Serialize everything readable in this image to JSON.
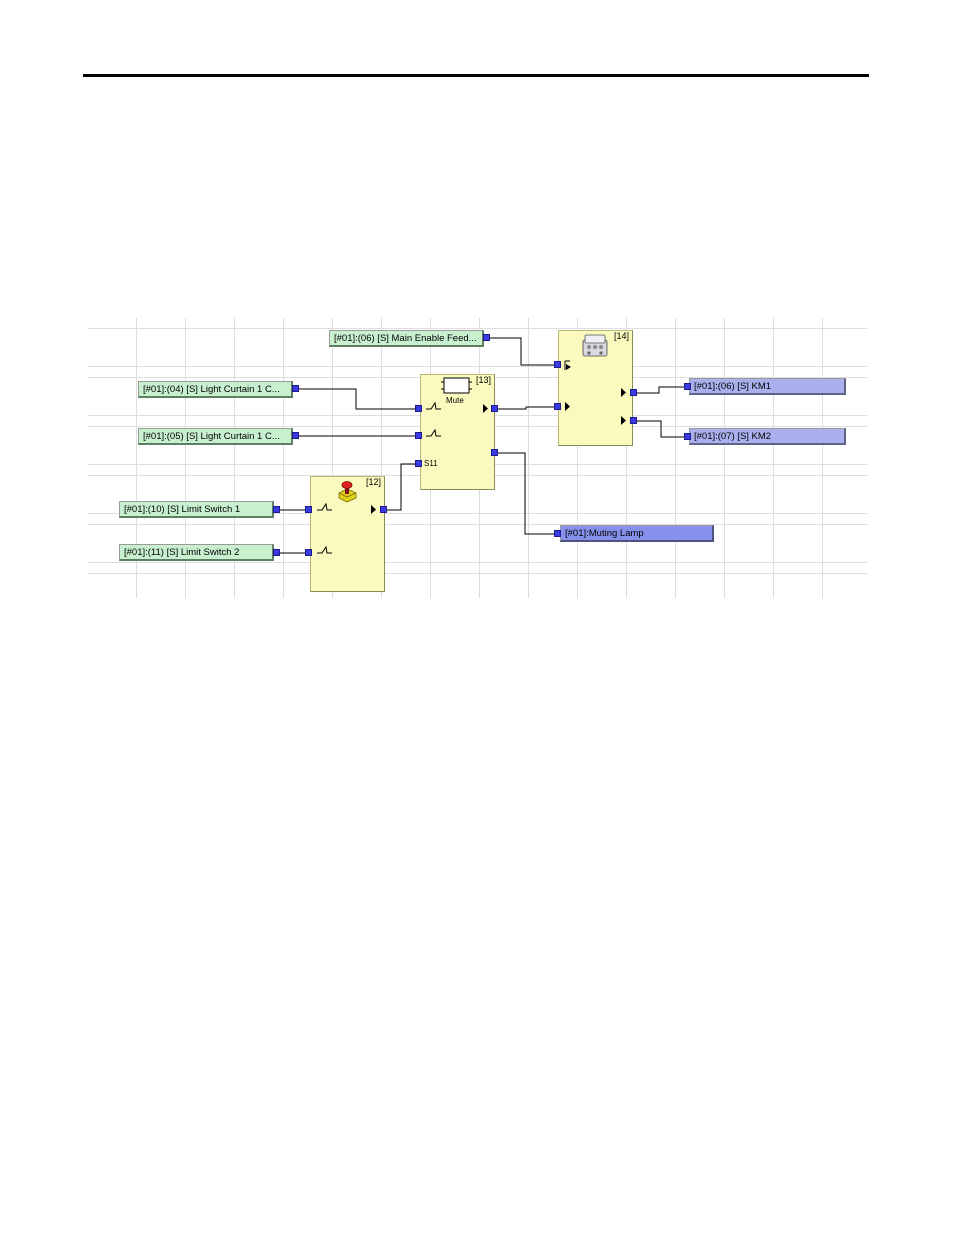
{
  "inputs": {
    "main_enable": "[#01]:(06) [S] Main Enable Feed...",
    "light_curtain_a": "[#01]:(04) [S] Light Curtain 1 C...",
    "light_curtain_b": "[#01]:(05) [S] Light Curtain 1 C...",
    "limit_switch_1": "[#01]:(10) [S] Limit Switch 1",
    "limit_switch_2": "[#01]:(11) [S] Limit Switch 2"
  },
  "outputs": {
    "km1": "[#01]:(06) [S] KM1",
    "km2": "[#01]:(07) [S] KM2",
    "muting_lamp": "[#01]:Muting Lamp"
  },
  "blocks": {
    "b12": {
      "label": "[12]",
      "icon": "emergency-stop-icon"
    },
    "b13": {
      "label": "[13]",
      "sub_label": "Mute",
      "pin_label": "S11",
      "icon": "muting-relay-icon"
    },
    "b14": {
      "label": "[14]",
      "icon": "contactor-icon"
    }
  },
  "colors": {
    "input_tag": "#c8f0cf",
    "output_tag": "#aab0ee",
    "block_fill": "#fafabf",
    "pin": "#3a3ae0"
  }
}
